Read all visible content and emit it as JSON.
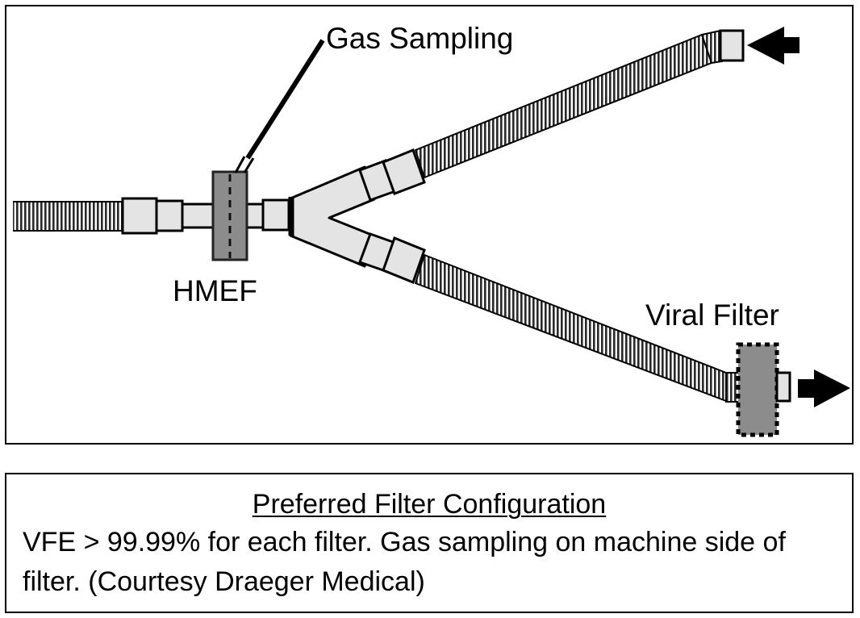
{
  "diagram": {
    "labels": {
      "gas_sampling": "Gas Sampling",
      "hmef": "HMEF",
      "viral_filter": "Viral Filter"
    },
    "colors": {
      "tube_fill": "#e4e4e4",
      "filter_fill": "#8c8c8c",
      "outline": "#000000"
    },
    "icons": {
      "inlet_arrow": "arrow-left-icon",
      "outlet_arrow": "arrow-right-icon"
    }
  },
  "caption": {
    "title": "Preferred Filter Configuration",
    "body": "VFE > 99.99% for each filter.  Gas sampling on machine side of filter. (Courtesy Draeger Medical)"
  }
}
